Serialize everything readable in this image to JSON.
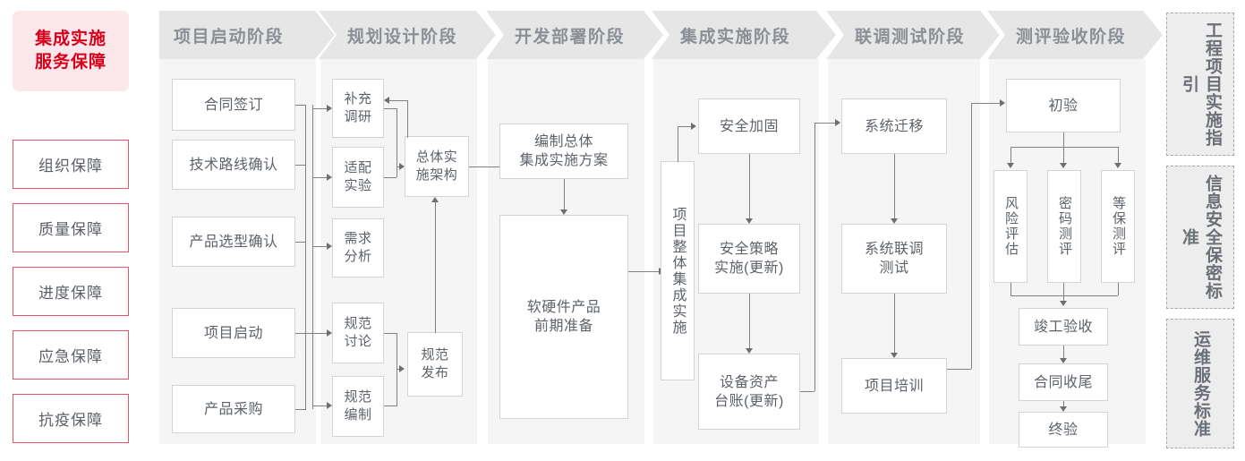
{
  "left_rail": {
    "title_line1": "集成实施",
    "title_line2": "服务保障",
    "items": [
      {
        "label": "组织保障"
      },
      {
        "label": "质量保障"
      },
      {
        "label": "进度保障"
      },
      {
        "label": "应急保障"
      },
      {
        "label": "抗疫保障"
      }
    ],
    "accent_color": "#D9001B",
    "bg_color": "#FCE7EA",
    "border_color": "#E8546A"
  },
  "phases": [
    {
      "id": "p1",
      "header": "项目启动阶段",
      "nodes": [
        {
          "id": "n_contract",
          "label": "合同签订"
        },
        {
          "id": "n_techroute",
          "label": "技术路线确认"
        },
        {
          "id": "n_product_sel",
          "label": "产品选型确认"
        },
        {
          "id": "n_kickoff",
          "label": "项目启动"
        },
        {
          "id": "n_purchase",
          "label": "产品采购"
        }
      ]
    },
    {
      "id": "p2",
      "header": "规划设计阶段",
      "nodes": [
        {
          "id": "n_survey",
          "label": "补充\n调研"
        },
        {
          "id": "n_adapt",
          "label": "适配\n实验"
        },
        {
          "id": "n_req",
          "label": "需求\n分析"
        },
        {
          "id": "n_spec_disc",
          "label": "规范\n讨论"
        },
        {
          "id": "n_spec_write",
          "label": "规范\n编制"
        },
        {
          "id": "n_arch",
          "label": "总体实\n施架构"
        },
        {
          "id": "n_spec_pub",
          "label": "规范\n发布"
        }
      ]
    },
    {
      "id": "p3",
      "header": "开发部署阶段",
      "nodes": [
        {
          "id": "n_plan",
          "label": "编制总体\n集成实施方案"
        },
        {
          "id": "n_prep",
          "label": "软硬件产品\n前期准备"
        }
      ]
    },
    {
      "id": "p4",
      "header": "集成实施阶段",
      "nodes": [
        {
          "id": "n_overall",
          "label": "项目整体集成实施"
        },
        {
          "id": "n_sec_hard",
          "label": "安全加固"
        },
        {
          "id": "n_sec_policy",
          "label": "安全策略\n实施(更新)"
        },
        {
          "id": "n_asset",
          "label": "设备资产\n台账(更新)"
        }
      ]
    },
    {
      "id": "p5",
      "header": "联调测试阶段",
      "nodes": [
        {
          "id": "n_migrate",
          "label": "系统迁移"
        },
        {
          "id": "n_joint_test",
          "label": "系统联调\n测试"
        },
        {
          "id": "n_training",
          "label": "项目培训"
        }
      ]
    },
    {
      "id": "p6",
      "header": "测评验收阶段",
      "nodes": [
        {
          "id": "n_first_acc",
          "label": "初验"
        },
        {
          "id": "n_risk",
          "label": "风险评估"
        },
        {
          "id": "n_crypto",
          "label": "密码测评"
        },
        {
          "id": "n_mlps",
          "label": "等保测评"
        },
        {
          "id": "n_completion",
          "label": "竣工验收"
        },
        {
          "id": "n_closeout",
          "label": "合同收尾"
        },
        {
          "id": "n_final_acc",
          "label": "终验"
        }
      ]
    }
  ],
  "right_rail": {
    "items": [
      {
        "id": "s1",
        "label": "工程项目实施指引"
      },
      {
        "id": "s2",
        "label": "信息安全保密标准"
      },
      {
        "id": "s3",
        "label": "运维服务标准"
      }
    ],
    "bg_color": "#EDEDED",
    "border_color": "#A9A9A9"
  },
  "connector_color": "#818181"
}
